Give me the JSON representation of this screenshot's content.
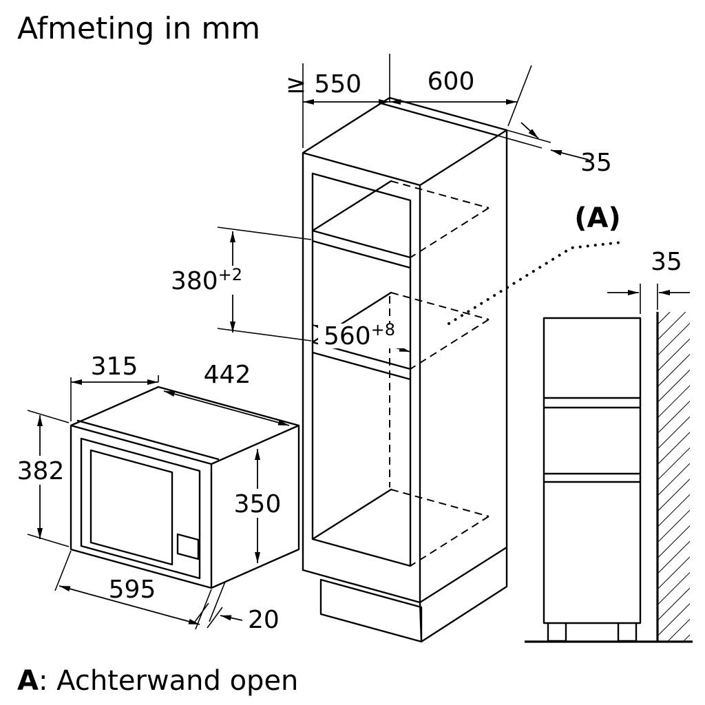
{
  "title": "Afmeting in mm",
  "legend": {
    "key": "A",
    "text": ": Achterwand open"
  },
  "dims": {
    "min_depth": "≥ 550",
    "width": "600",
    "top_rail": "35",
    "niche_height": "380",
    "niche_height_tol": "+2",
    "niche_width": "560",
    "niche_width_tol": "+8",
    "appliance_depth": "315",
    "appliance_body_width": "442",
    "appliance_front_height": "382",
    "appliance_body_height": "350",
    "appliance_width": "595",
    "frame_overlap": "20",
    "rear_gap": "35",
    "detail_ref": "(A)"
  }
}
